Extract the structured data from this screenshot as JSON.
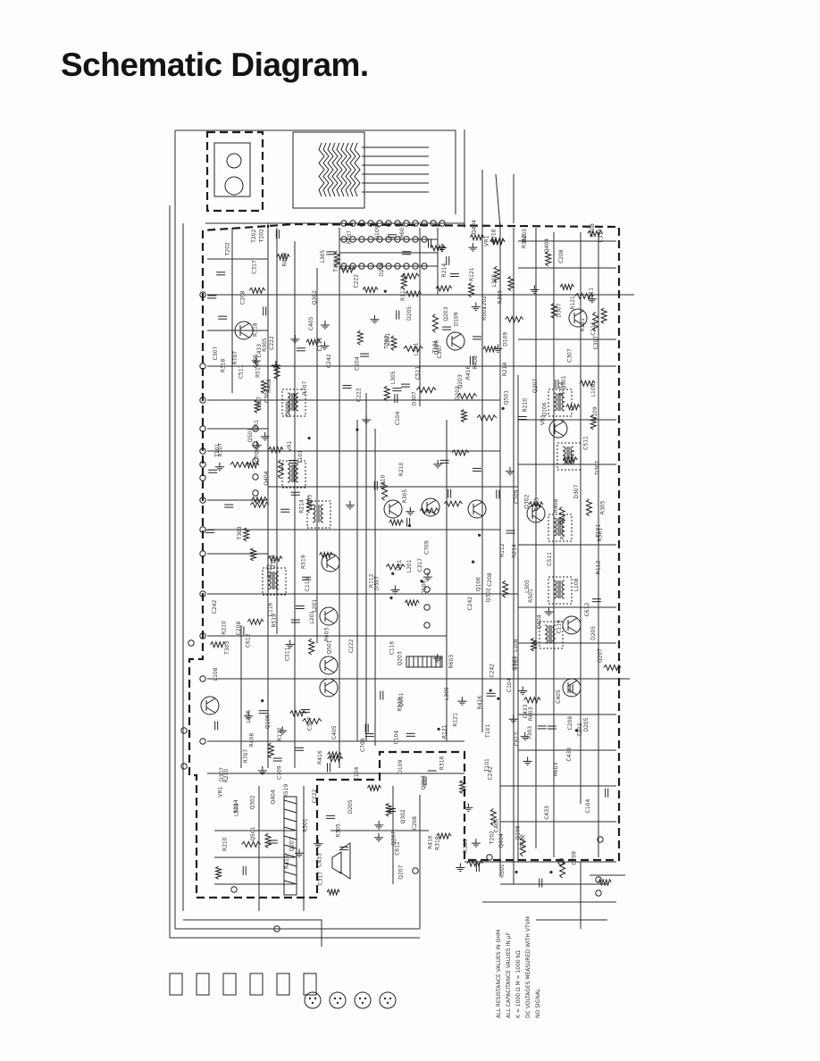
{
  "page": {
    "title": "Schematic Diagram.",
    "background": "#fdfdfb",
    "ink": "#2b2b2b"
  },
  "schematic": {
    "orientation": "rotated 90° counter-clockwise",
    "labels": [
      "R501",
      "C511",
      "Q302",
      "T101",
      "VR1",
      "C208",
      "R408",
      "D307",
      "C405",
      "Q203",
      "L201",
      "R305",
      "C612",
      "Q404",
      "R210",
      "C307",
      "T202",
      "R112",
      "C104",
      "D205",
      "Q501",
      "R603",
      "C709",
      "L305",
      "R214",
      "C116",
      "Q106",
      "R707",
      "C222",
      "D109",
      "R318",
      "C433",
      "T303",
      "R519",
      "C317",
      "Q207",
      "R121",
      "C242",
      "L108",
      "R416"
    ],
    "notes": [
      "ALL RESISTANCE VALUES IN OHM",
      "ALL CAPACITANCE VALUES IN μF",
      "K = 1000 Ω   M = 1000 kΩ",
      "DC VOLTAGES MEASURED WITH VTVM",
      "NO SIGNAL"
    ]
  }
}
